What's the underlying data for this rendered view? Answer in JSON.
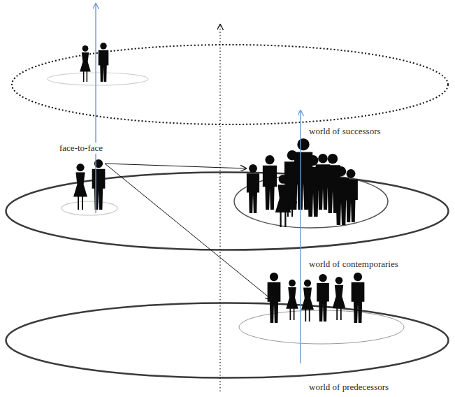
{
  "diagram": {
    "nodes": [
      {
        "text": [
          "world of successors"
        ]
      },
      {
        "text": [
          "world of contemporaries"
        ]
      },
      {
        "text": [
          "world of predecessors"
        ]
      }
    ],
    "labels": [
      "face-to-face"
    ]
  }
}
